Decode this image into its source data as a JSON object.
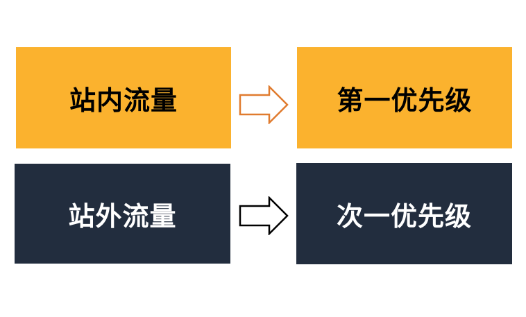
{
  "rows": [
    {
      "source_label": "站内流量",
      "priority_label": "第一优先级"
    },
    {
      "source_label": "站外流量",
      "priority_label": "次一优先级"
    }
  ],
  "colors": {
    "orange_box": "#FBB22E",
    "navy_box": "#222D3E",
    "arrow_row1_stroke": "#E07B2E",
    "arrow_row2_stroke": "#000000",
    "text_dark": "#000000",
    "text_light": "#FFFFFF"
  }
}
